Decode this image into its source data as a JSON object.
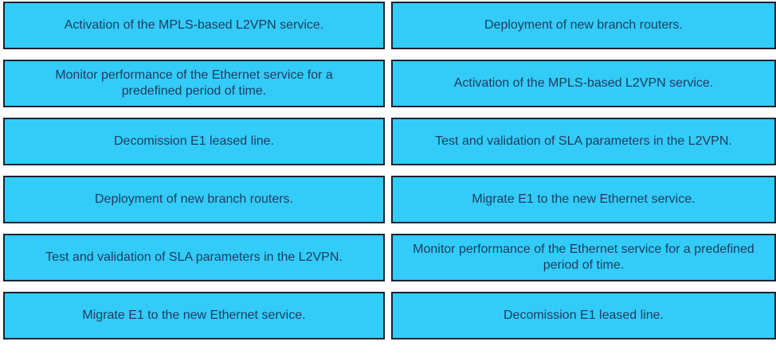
{
  "exercise": {
    "kind": "drag-and-drop-ordering",
    "colors": {
      "card_fill": "#33ccf8",
      "card_border": "#16222e",
      "card_text": "#1f3b5e",
      "background": "#ffffff"
    },
    "columns": {
      "left": {
        "items": [
          "Activation of the MPLS-based L2VPN service.",
          "Monitor performance of the Ethernet service for a predefined period of time.",
          "Decomission E1 leased line.",
          "Deployment of new branch routers.",
          "Test and validation of SLA parameters in the L2VPN.",
          "Migrate E1 to the new Ethernet service."
        ]
      },
      "right": {
        "items": [
          "Deployment of new branch routers.",
          "Activation of the MPLS-based L2VPN service.",
          "Test and validation of SLA parameters in the L2VPN.",
          "Migrate E1 to the new Ethernet service.",
          "Monitor performance of the Ethernet service for a predefined period of time.",
          "Decomission E1 leased line."
        ]
      }
    }
  }
}
